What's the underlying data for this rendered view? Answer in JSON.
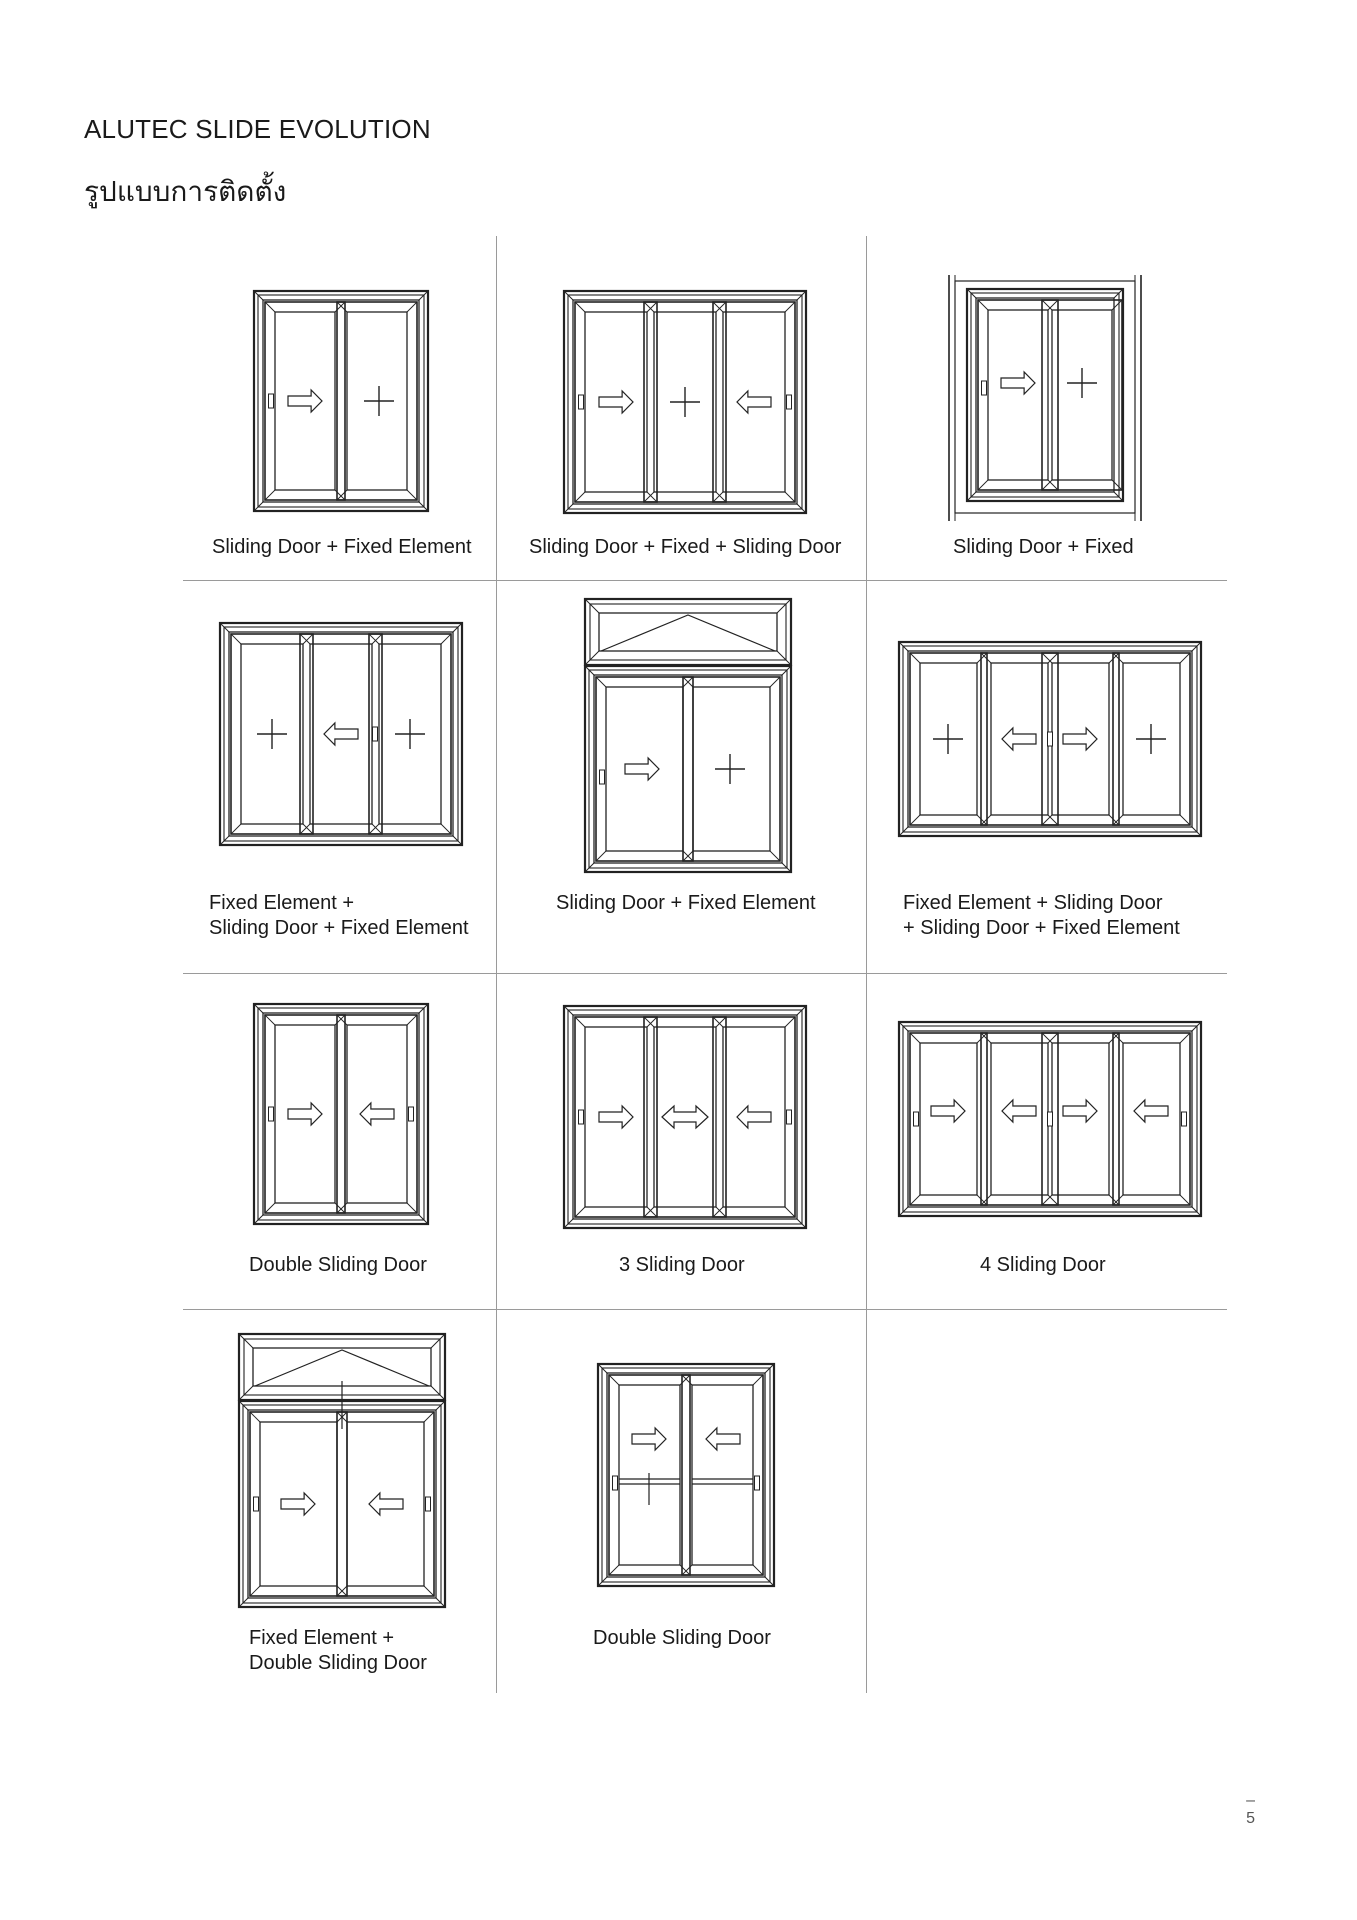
{
  "header": {
    "title": "ALUTEC SLIDE EVOLUTION",
    "subtitle": "รูปแบบการติดตั้ง"
  },
  "items": [
    {
      "caption": [
        "Sliding Door + Fixed Element"
      ]
    },
    {
      "caption": [
        "Sliding Door + Fixed + Sliding Door"
      ]
    },
    {
      "caption": [
        "Sliding Door + Fixed"
      ]
    },
    {
      "caption": [
        "Fixed Element +",
        "Sliding Door + Fixed Element"
      ]
    },
    {
      "caption": [
        "Sliding Door + Fixed Element"
      ]
    },
    {
      "caption": [
        "Fixed Element + Sliding Door",
        "+ Sliding Door  + Fixed Element"
      ]
    },
    {
      "caption": [
        "Double Sliding Door"
      ]
    },
    {
      "caption": [
        "3 Sliding Door"
      ]
    },
    {
      "caption": [
        "4 Sliding Door"
      ]
    },
    {
      "caption": [
        "Fixed Element +",
        "Double Sliding Door"
      ]
    },
    {
      "caption": [
        "Double Sliding Door"
      ]
    }
  ],
  "footer": {
    "page_mark": "–",
    "page_number": "5"
  }
}
